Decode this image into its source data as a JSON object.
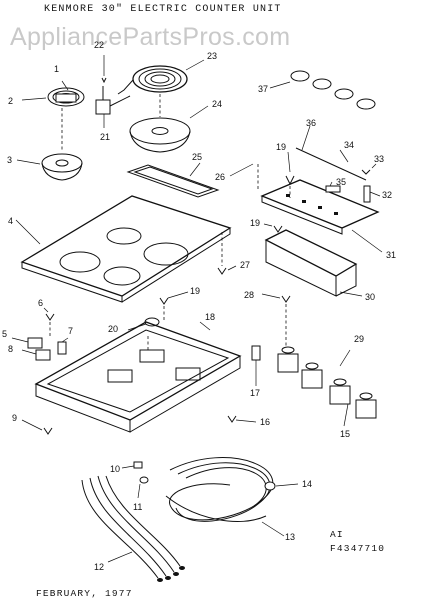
{
  "title": "KENMORE 30\" ELECTRIC COUNTER UNIT",
  "watermark": "AppliancePartsPros.com",
  "footer_date": "FEBRUARY, 1977",
  "drawing_ref": {
    "line1": "AI",
    "line2": "F4347710"
  },
  "part_callouts": [
    "1",
    "2",
    "3",
    "4",
    "5",
    "6",
    "7",
    "8",
    "9",
    "10",
    "11",
    "12",
    "13",
    "14",
    "15",
    "16",
    "17",
    "18",
    "19",
    "20",
    "21",
    "22",
    "23",
    "24",
    "25",
    "26",
    "27",
    "28",
    "29",
    "30",
    "31",
    "32",
    "33",
    "34",
    "35",
    "36",
    "37"
  ],
  "part_callout_19_extra": [
    "19",
    "19"
  ],
  "colors": {
    "ink": "#111111",
    "watermark": "#c9c9c9",
    "paper": "#ffffff"
  }
}
